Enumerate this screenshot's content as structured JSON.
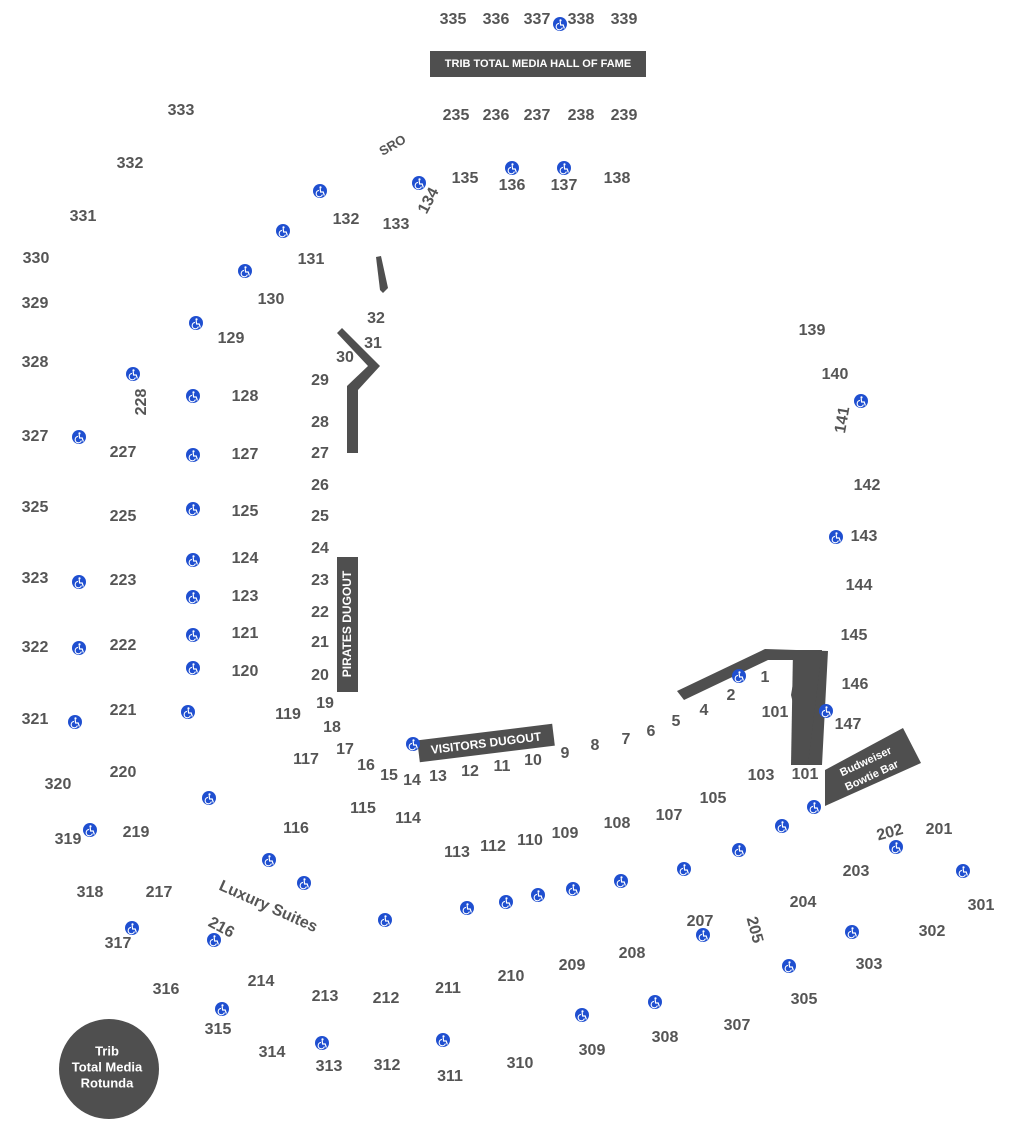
{
  "banners": {
    "hall_of_fame": "TRIB TOTAL MEDIA HALL OF FAME",
    "pirates_dugout": "PIRATES DUGOUT",
    "visitors_dugout": "VISITORS DUGOUT",
    "bowtie_line1": "Budweiser",
    "bowtie_line2": "Bowtie Bar",
    "rotunda_line1": "Trib",
    "rotunda_line2": "Total Media",
    "rotunda_line3": "Rotunda"
  },
  "labels": {
    "sro": "SRO",
    "luxury_suites": "Luxury  Suites"
  },
  "accessible_icon": "wheelchair-icon",
  "colors": {
    "structure": "#4f4f4f",
    "text": "#555555",
    "accessible": "#1f4fd0"
  },
  "sections": [
    "335",
    "336",
    "337",
    "338",
    "339",
    "235",
    "236",
    "237",
    "238",
    "239",
    "333",
    "332",
    "331",
    "330",
    "329",
    "328",
    "327",
    "325",
    "323",
    "322",
    "321",
    "320",
    "319",
    "318",
    "317",
    "316",
    "315",
    "314",
    "313",
    "312",
    "311",
    "310",
    "309",
    "308",
    "307",
    "305",
    "303",
    "302",
    "301",
    "228",
    "227",
    "225",
    "223",
    "222",
    "221",
    "220",
    "219",
    "217",
    "216",
    "214",
    "213",
    "212",
    "211",
    "210",
    "209",
    "208",
    "207",
    "205",
    "204",
    "203",
    "202",
    "201",
    "135",
    "136",
    "137",
    "138",
    "134",
    "133",
    "132",
    "131",
    "130",
    "129",
    "128",
    "127",
    "125",
    "124",
    "123",
    "121",
    "120",
    "119",
    "117",
    "116",
    "115",
    "114",
    "113",
    "112",
    "110",
    "109",
    "108",
    "107",
    "105",
    "103",
    "101",
    "101",
    "139",
    "140",
    "141",
    "142",
    "143",
    "144",
    "145",
    "146",
    "147",
    "32",
    "31",
    "30",
    "29",
    "28",
    "27",
    "26",
    "25",
    "24",
    "23",
    "22",
    "21",
    "20",
    "19",
    "18",
    "17",
    "16",
    "15",
    "14",
    "13",
    "12",
    "11",
    "10",
    "9",
    "8",
    "7",
    "6",
    "5",
    "4",
    "2",
    "1"
  ]
}
